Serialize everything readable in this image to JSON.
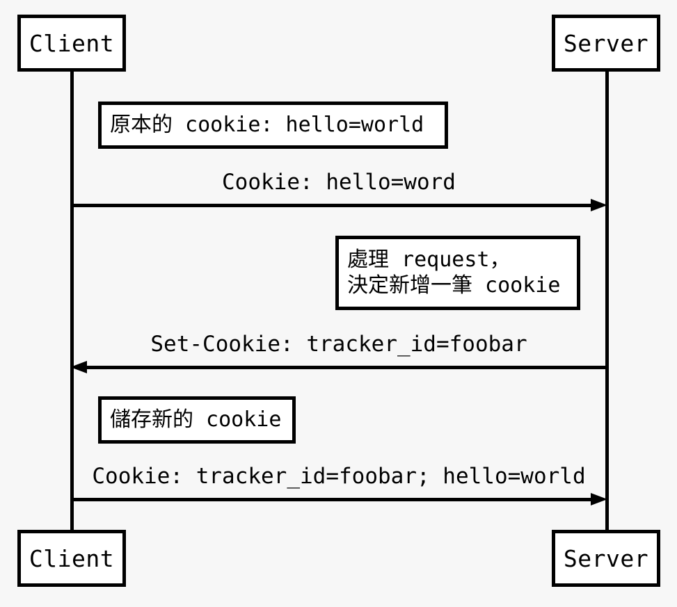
{
  "diagram": {
    "type": "sequence-diagram",
    "background_color": "#f7f7f7",
    "line_color": "#000000",
    "box_fill_color": "#ffffff",
    "participants": [
      {
        "id": "client",
        "label": "Client"
      },
      {
        "id": "server",
        "label": "Server"
      }
    ],
    "participants_bottom": [
      {
        "id": "client",
        "label": "Client"
      },
      {
        "id": "server",
        "label": "Server"
      }
    ],
    "notes": [
      {
        "id": "note-original-cookie",
        "lines": [
          "原本的 cookie: hello=world"
        ],
        "near": "client"
      },
      {
        "id": "note-process-request",
        "lines": [
          "處理 request，",
          "決定新增一筆 cookie"
        ],
        "near": "server"
      },
      {
        "id": "note-store-cookie",
        "lines": [
          "儲存新的 cookie"
        ],
        "near": "client"
      }
    ],
    "messages": [
      {
        "id": "request-cookie",
        "label": "Cookie: hello=word",
        "from": "client",
        "to": "server",
        "direction": "right"
      },
      {
        "id": "set-cookie",
        "label": "Set-Cookie: tracker_id=foobar",
        "from": "server",
        "to": "client",
        "direction": "left"
      },
      {
        "id": "request-both",
        "label": "Cookie: tracker_id=foobar; hello=world",
        "from": "client",
        "to": "server",
        "direction": "right"
      }
    ]
  }
}
